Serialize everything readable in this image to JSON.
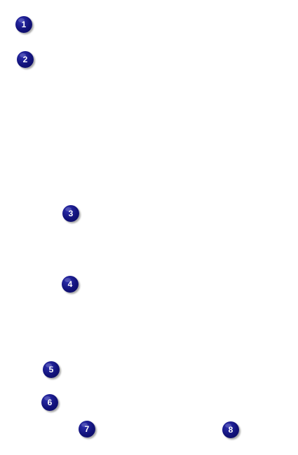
{
  "markers": [
    {
      "label": "1"
    },
    {
      "label": "2"
    },
    {
      "label": "3"
    },
    {
      "label": "4"
    },
    {
      "label": "5"
    },
    {
      "label": "6"
    },
    {
      "label": "7"
    },
    {
      "label": "8"
    }
  ],
  "colors": {
    "background": "#ffffff",
    "marker_fill": "#12127a",
    "marker_text": "#ffffff"
  }
}
